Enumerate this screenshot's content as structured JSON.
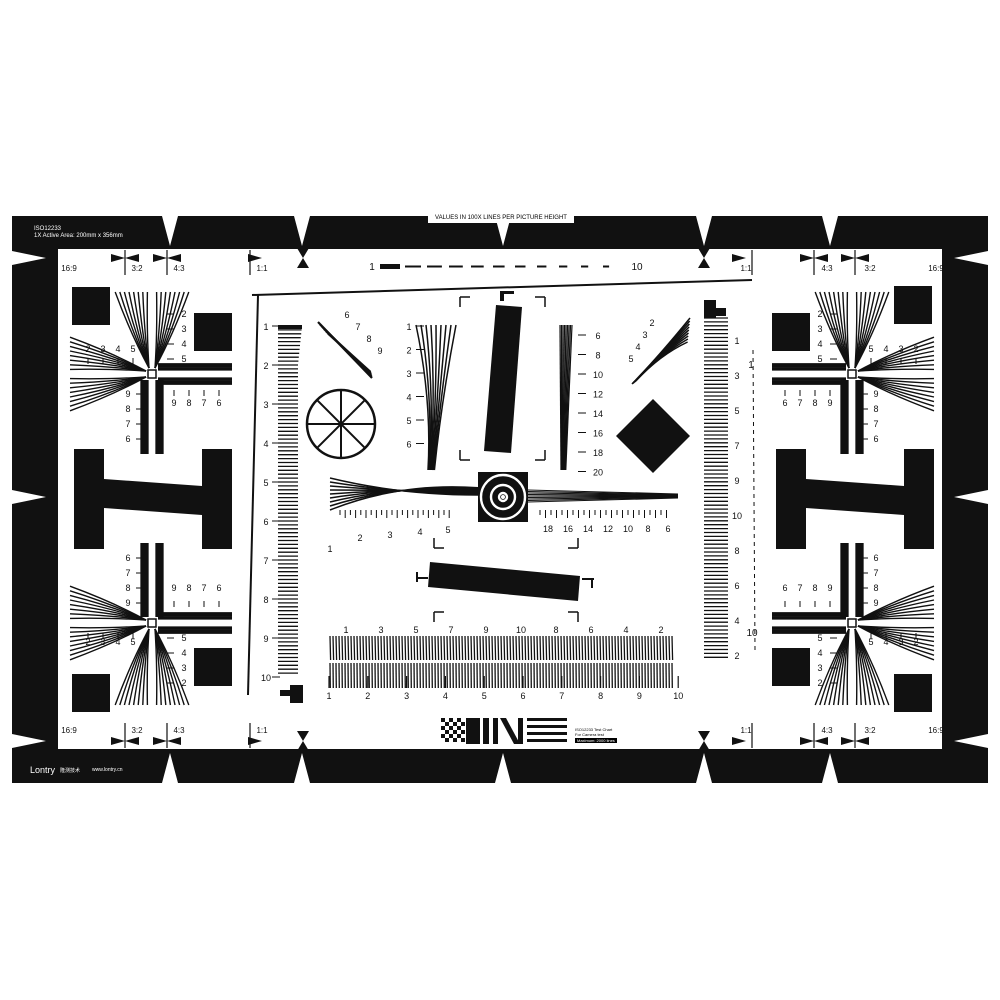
{
  "header": {
    "standard": "ISO12233",
    "active_area": "1X  Active Area: 200mm x 356mm",
    "values_label": "VALUES IN 100X LINES PER PICTURE HEIGHT"
  },
  "aspect_marks": {
    "a169": "16:9",
    "a32": "3:2",
    "a43": "4:3",
    "a11": "1:1"
  },
  "scales": {
    "top_bar": [
      "1",
      "10"
    ],
    "left_vertical": [
      "1",
      "2",
      "3",
      "4",
      "5",
      "6",
      "7",
      "8",
      "9",
      "10"
    ],
    "right_vertical": [
      "1",
      "3",
      "5",
      "7",
      "9",
      "10",
      "8",
      "6",
      "4",
      "2"
    ],
    "right_dashed": [
      "1",
      "10"
    ],
    "bottom_upper": [
      "1",
      "3",
      "5",
      "7",
      "9",
      "10",
      "8",
      "6",
      "4",
      "2"
    ],
    "bottom_lower": [
      "1",
      "2",
      "3",
      "4",
      "5",
      "6",
      "7",
      "8",
      "9",
      "10"
    ],
    "center_left_fan": [
      "1",
      "2",
      "3",
      "4",
      "5"
    ],
    "center_right_fan": [
      "18",
      "16",
      "14",
      "12",
      "10",
      "8",
      "6"
    ],
    "center_vfan_left": [
      "1",
      "2",
      "3",
      "4",
      "5",
      "6"
    ],
    "center_vfan_right": [
      "6",
      "8",
      "10",
      "12",
      "14",
      "16",
      "18",
      "20"
    ],
    "diag_top_left": [
      "6",
      "7",
      "8",
      "9"
    ],
    "diag_top_right": [
      "2",
      "3",
      "4",
      "5"
    ],
    "star_quadrant": [
      "2",
      "3",
      "4",
      "5"
    ],
    "star_quadrant_b": [
      "9",
      "8",
      "7",
      "6"
    ],
    "star_vertical": [
      "2",
      "3",
      "4",
      "5"
    ],
    "star_vertical_b": [
      "9",
      "8",
      "7",
      "6"
    ]
  },
  "footer": {
    "brand": "Lontry",
    "brand_cn": "隆测技术",
    "website": "www.lontry.cn",
    "chart_name": "ISO12233 Test Chart",
    "chart_use": "For Camera test",
    "chart_max": "Maximum: 2000 lines"
  }
}
